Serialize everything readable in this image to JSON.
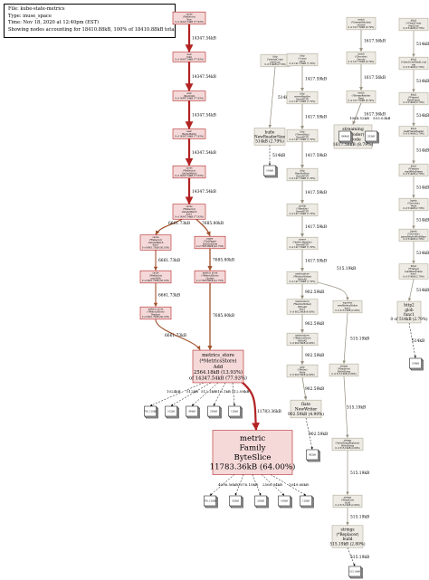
{
  "legend": {
    "file": "File: kube-state-metrics",
    "type": "Type: inuse_space",
    "time": "Time: Nov 18, 2020 at 12:40pm (EST)",
    "showing": "Showing nodes accounting for 18410.88kB, 100% of 18410.88kB total"
  },
  "colors": {
    "hot_fill": "#f5d9d9",
    "hot_border": "#b22222",
    "hot_edge": "#b22222",
    "warm_edge": "#a0522d",
    "cool_fill": "#edebe4",
    "cool_border": "#b2ab99",
    "cool_edge": "#958f7e"
  },
  "nodes": {
    "hot_chain": [
      {
        "lines": [
          "cache",
          "(*Reflector)",
          "Run",
          "0 of 14347.54kB (77.93%)"
        ]
      },
      {
        "lines": [
          "wait",
          "Until",
          "0 of 14347.54kB (77.93%)"
        ]
      },
      {
        "lines": [
          "wait",
          "JitterUntil",
          "0 of 14347.54kB (77.93%)"
        ]
      },
      {
        "lines": [
          "wait",
          "BackoffUntil",
          "0 of 14347.54kB (77.93%)"
        ]
      },
      {
        "lines": [
          "cache",
          "(*Reflector)",
          "ListAndWatch",
          "0 of 14347.54kB (77.93%)"
        ]
      },
      {
        "lines": [
          "cache",
          "(*Reflector)",
          "ListAndWatch",
          "func1",
          "0 of 14347.54kB (77.93%)"
        ]
      }
    ],
    "left_branch": [
      {
        "lines": [
          "cache",
          "(*Reflector)",
          "ListAndWatch",
          "func1",
          "0 of 6661.73kB (36.18%)"
        ]
      },
      {
        "lines": [
          "cache",
          "(*Reflector)",
          "syncWith",
          "0 of 6661.73kB (36.18%)"
        ]
      },
      {
        "lines": [
          "metrics_store",
          "(*MetricsStore)",
          "Replace",
          "0 of 6661.73kB (36.18%)"
        ]
      }
    ],
    "right_branch": [
      {
        "lines": [
          "pager",
          "(*ListPager)",
          "EachListItem",
          "0 of 7685.80kB (41.75%)"
        ]
      },
      {
        "lines": [
          "metrics_store",
          "(*MetricsStore)",
          "Update",
          "0 of 7685.80kB (41.75%)"
        ]
      }
    ],
    "add": {
      "lines": [
        "metrics_store",
        "(*MetricsStore)",
        "Add",
        "2564.18kB (13.93%)",
        "of 14347.54kB (77.93%)"
      ]
    },
    "add_leaves": [
      "768..128kB",
      "512kB",
      "384kB",
      "256kB",
      "128kB"
    ],
    "family": {
      "lines": [
        "metric",
        "Family",
        "ByteSlice",
        "11783.36kB (64.00%)"
      ]
    },
    "family_leaves": [
      "768..128kB",
      "320kB",
      "256kB",
      "160kB",
      "128kB"
    ],
    "http_col": [
      {
        "lines": [
          "http",
          "(*persistConn)",
          "readLoop",
          "0 of 514kB (2.79%)"
        ]
      },
      {
        "lines": [
          "bufio",
          "NewReaderSize",
          "514kB (2.79%)"
        ]
      }
    ],
    "http_leaf": "514kB",
    "serve_col": [
      {
        "lines": [
          "http",
          "(*conn)",
          "serve",
          "0 of 1417.59kB (7.70%)"
        ]
      },
      {
        "lines": [
          "http",
          "serverHandler",
          "ServeHTTP",
          "0 of 1417.59kB (7.70%)"
        ]
      },
      {
        "lines": [
          "http",
          "(*ServeMux)",
          "ServeHTTP",
          "0 of 1417.59kB (7.70%)"
        ]
      },
      {
        "lines": [
          "http",
          "HandlerFunc",
          "ServeHTTP",
          "0 of 1417.59kB (7.70%)"
        ]
      },
      {
        "lines": [
          "gorilla",
          "(*Handler)",
          "ServeHTTP",
          "0 of 1417.59kB (7.70%)"
        ]
      },
      {
        "lines": [
          "server",
          "(*metricHandler)",
          "ServeHTTP",
          "0 of 1417.59kB (7.70%)"
        ]
      },
      {
        "lines": [
          "metricsstore",
          "(*MetricsWriter)",
          "WriteAll",
          "0 of 1417.59kB (7.70%)"
        ]
      },
      {
        "lines": [
          "metricsstore",
          "(*MetricsWriter)",
          "WriteAll",
          "func1",
          "0 of 902.59kB (4.90%)"
        ]
      },
      {
        "lines": [
          "metricsstore",
          "(*MetricsStore)",
          "WriteAll",
          "0 of 902.59kB (4.90%)"
        ]
      },
      {
        "lines": [
          "gzip",
          "(*Writer)",
          "Write",
          "0 of 902.59kB (4.90%)"
        ]
      },
      {
        "lines": [
          "flate",
          "NewWriter",
          "902.59kB (4.90%)"
        ]
      }
    ],
    "flate_leaf": "902kB",
    "strings_col": [
      {
        "lines": [
          "exporter",
          "newMetricsWriter",
          "func1",
          "0 of 515.19kB (2.80%)"
        ]
      },
      {
        "lines": [
          "strings",
          "(*Replacer)",
          "WriteString",
          "0 of 515.19kB (2.80%)"
        ]
      },
      {
        "lines": [
          "strings",
          "(*byteStringReplacer)",
          "WriteString",
          "0 of 515.19kB (2.80%)"
        ]
      },
      {
        "lines": [
          "strings",
          "(*Replacer)",
          "build",
          "0 of 515.19kB (2.80%)"
        ]
      },
      {
        "lines": [
          "strings",
          "(*Replacer)",
          "build",
          "515.19kB (2.80%)"
        ]
      }
    ],
    "strings_leaf": "515.19kB",
    "watch_col": [
      {
        "lines": [
          "watch",
          "(*StreamWatcher)",
          "receive",
          "0 of 1617.56kB (8.79%)"
        ]
      },
      {
        "lines": [
          "watch",
          "(*Decoder)",
          "Decode",
          "0 of 1617.56kB (8.79%)"
        ]
      },
      {
        "lines": [
          "watch",
          "(*StreamReader)",
          "Read",
          "0 of 1617.56kB (8.79%)"
        ]
      }
    ],
    "streaming": {
      "lines": [
        "streaming",
        "(*decoder)",
        "Decode",
        "1617.56kB (8.79%)"
      ]
    },
    "streaming_leaves": [
      "1064kB",
      "553kB"
    ],
    "http2_col": [
      {
        "lines": [
          "http2",
          "(*ClientConn)",
          "readLoop",
          "0 of 514kB (2.79%)"
        ]
      },
      {
        "lines": [
          "http2",
          "(*clientConnReadLoop)",
          "run",
          "0 of 514kB (2.79%)"
        ]
      },
      {
        "lines": [
          "http2",
          "(*Framer)",
          "ReadFrame",
          "0 of 514kB (2.79%)"
        ]
      },
      {
        "lines": [
          "http2",
          "readFrameHeader",
          "0 of 514kB (2.79%)"
        ]
      },
      {
        "lines": [
          "http2",
          "(*Framer)",
          "readMetaFrame",
          "0 of 514kB (2.79%)"
        ]
      },
      {
        "lines": [
          "hpack",
          "(*Decoder)",
          "Write",
          "0 of 514kB (2.79%)"
        ]
      },
      {
        "lines": [
          "hpack",
          "(*Decoder)",
          "parseHeaderFieldRepr",
          "0 of 514kB (2.79%)"
        ]
      },
      {
        "lines": [
          "http2",
          "(*Framer)",
          "readMetaFrame",
          "func1",
          "0 of 514kB (2.79%)"
        ]
      },
      {
        "lines": [
          "http2",
          "glob",
          "func1",
          "0 of 514kB (2.79%)"
        ]
      }
    ],
    "http2_leaf": "514kB"
  },
  "edge_labels": {
    "hot": "14347.54kB",
    "left_split": "6661.73kB",
    "right_split": "7685.80kB",
    "add_to_family": "11783.36kB",
    "add_leaves": [
      "1024kB",
      "512kB",
      "512.1kB",
      "516.1kB",
      "512.08kB"
    ],
    "family_leaves": [
      "4096.56kB",
      "3076.10kB",
      "2560.94kB",
      "2049.66kB"
    ],
    "http": "514kB",
    "serve": "1417.59kB",
    "flate": "902.59kB",
    "strings": "515.19kB",
    "watch": "1617.56kB",
    "streaming_leaves": [
      "1064.52kB",
      "553.03kB"
    ],
    "http2": "514kB"
  }
}
